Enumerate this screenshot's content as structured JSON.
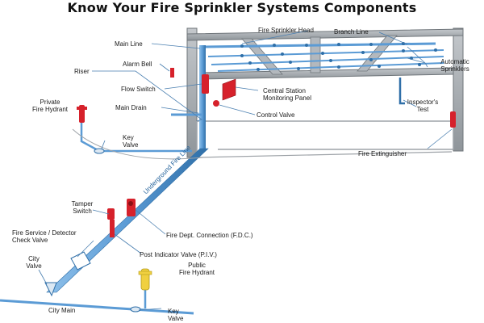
{
  "title": "Know Your Fire Sprinkler Systems Components",
  "labels": {
    "fire_sprinkler_head": "Fire Sprinkler Head",
    "branch_line": "Branch Line",
    "main_line": "Main Line",
    "automatic_sprinklers": "Automatic\nSprinklers",
    "alarm_bell": "Alarm Bell",
    "riser": "Riser",
    "flow_switch": "Flow Switch",
    "central_station": "Central Station\nMonitoring Panel",
    "inspectors_test": "Inspector's\nTest",
    "main_drain": "Main Drain",
    "control_valve": "Control Valve",
    "private_hydrant": "Private\nFire Hydrant",
    "key_valve_upper": "Key\nValve",
    "fire_extinguisher": "Fire Extinguisher",
    "underground_fire_line": "Underground Fire Line",
    "tamper_switch": "Tamper\nSwitch",
    "fdc": "Fire Dept. Connection (F.D.C.)",
    "detector_check": "Fire Service / Detector\nCheck Valve",
    "piv": "Post Indicator Valve (P.I.V.)",
    "city_valve": "City\nValve",
    "public_hydrant": "Public\nFire Hydrant",
    "city_main": "City Main",
    "key_valve_lower": "Key\nValve"
  },
  "colors": {
    "pipe": "#5b9bd5",
    "pipe_dark": "#2f6fa8",
    "structure": "#9ea3a8",
    "structure_dark": "#6f757a",
    "red": "#d6212b",
    "yellow": "#f0d040",
    "leader": "#4a7fb0"
  }
}
